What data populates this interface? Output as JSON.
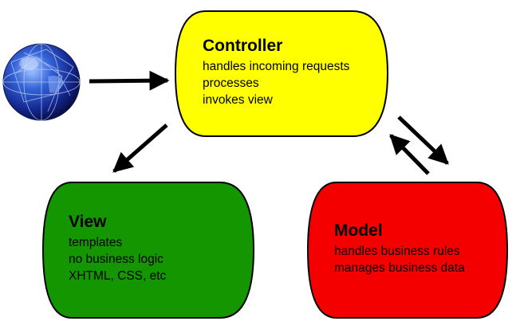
{
  "colors": {
    "controller": "#ffff00",
    "view": "#149600",
    "model": "#f40000",
    "outline": "#000000",
    "globe": "#1f3fa8"
  },
  "icons": {
    "client": "globe-icon"
  },
  "nodes": {
    "controller": {
      "title": "Controller",
      "lines": [
        "handles incoming requests",
        "processes",
        "invokes view"
      ]
    },
    "view": {
      "title": "View",
      "lines": [
        "templates",
        "no business logic",
        "XHTML, CSS, etc"
      ]
    },
    "model": {
      "title": "Model",
      "lines": [
        "handles business rules",
        "manages business data"
      ]
    }
  }
}
